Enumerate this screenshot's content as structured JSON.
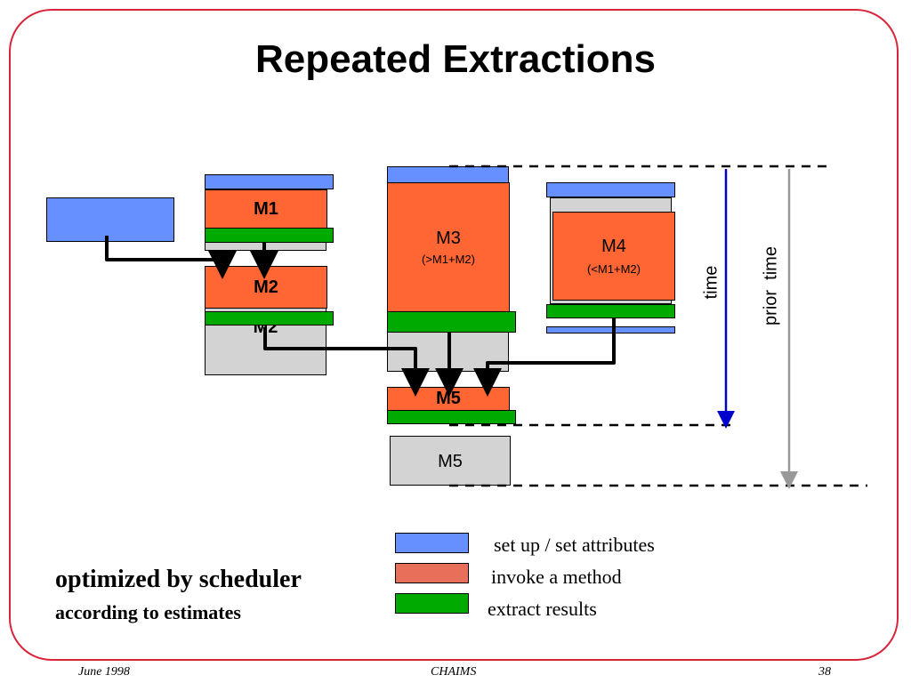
{
  "title": "Repeated Extractions",
  "diagram": {
    "m1": "M1",
    "m2": "M2",
    "m2_back": "M2",
    "m3": "M3",
    "m3_sub": "(>M1+M2)",
    "m4": "M4",
    "m4_sub": "(<M1+M2)",
    "m5": "M5",
    "m5_prior": "M5",
    "time": "time",
    "prior_time": "prior  time"
  },
  "legend": {
    "setup": "set up / set attributes",
    "invoke": "invoke a method",
    "extract": "extract results"
  },
  "notes": {
    "line1": "optimized by scheduler",
    "line2": "according to estimates"
  },
  "footer": {
    "left": "June 1998",
    "center": "CHAIMS",
    "right": "38"
  },
  "colors": {
    "setup": "#6690ff",
    "invoke": "#ff6633",
    "extract": "#00aa00",
    "prior": "#d3d3d3",
    "frame": "#d9253b",
    "time_arrow": "#0000cc",
    "prior_arrow": "#999999"
  }
}
